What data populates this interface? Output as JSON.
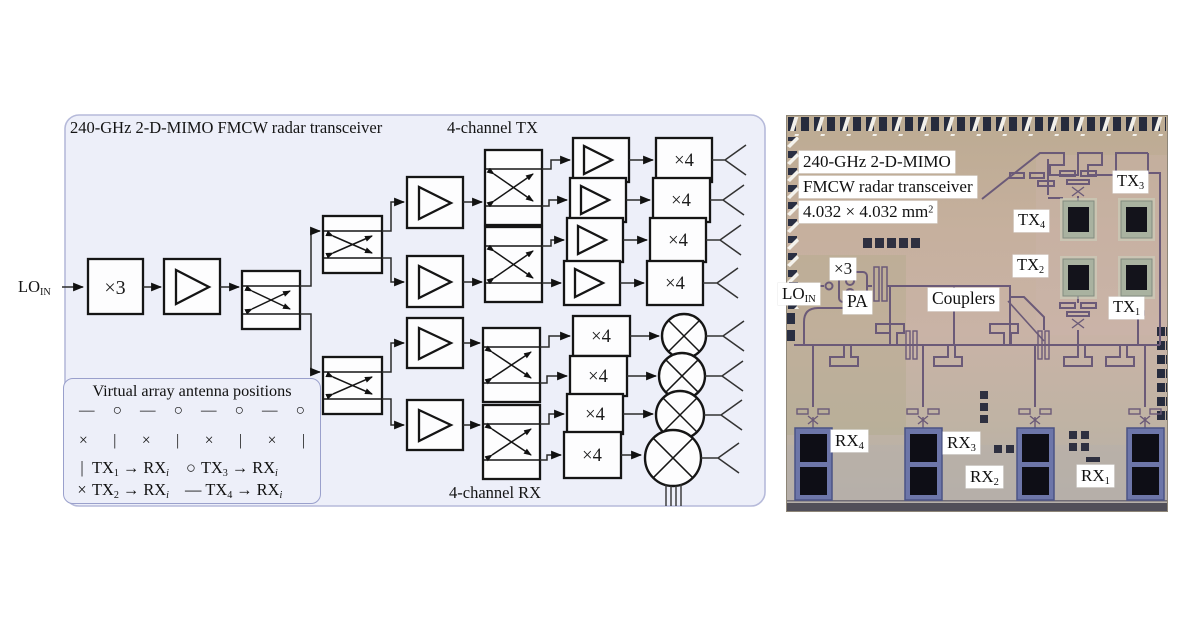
{
  "diagram": {
    "title": "240-GHz 2-D-MIMO FMCW radar transceiver",
    "tx_section_label": "4-channel TX",
    "rx_section_label": "4-channel RX",
    "lo_input": {
      "text": "LO",
      "sub": "IN"
    },
    "multiplier_x3": "×3",
    "multiplier_x4": "×4",
    "legend": {
      "title": "Virtual array antenna positions",
      "row1": [
        "—",
        "○",
        "—",
        "○",
        "—",
        "○",
        "—",
        "○"
      ],
      "row2": [
        "×",
        "|",
        "×",
        "|",
        "×",
        "|",
        "×",
        "|"
      ],
      "map": [
        {
          "sym": "|",
          "tx": "TX",
          "txsub": "1",
          "arrow": "→",
          "rx": "RX",
          "rxsub": "i"
        },
        {
          "sym": "○",
          "tx": "TX",
          "txsub": "3",
          "arrow": "→",
          "rx": "RX",
          "rxsub": "i"
        },
        {
          "sym": "×",
          "tx": "TX",
          "txsub": "2",
          "arrow": "→",
          "rx": "RX",
          "rxsub": "i"
        },
        {
          "sym": "—",
          "tx": "TX",
          "txsub": "4",
          "arrow": "→",
          "rx": "RX",
          "rxsub": "i"
        }
      ]
    }
  },
  "chip": {
    "ann_line1": "240-GHz 2-D-MIMO",
    "ann_line2": "FMCW radar transceiver",
    "dim": {
      "text": "4.032 × 4.032 mm",
      "sup": "2"
    },
    "x3": "×3",
    "lo": {
      "text": "LO",
      "sub": "IN"
    },
    "pa": "PA",
    "couplers": "Couplers",
    "tx1": {
      "text": "TX",
      "sub": "1"
    },
    "tx2": {
      "text": "TX",
      "sub": "2"
    },
    "tx3": {
      "text": "TX",
      "sub": "3"
    },
    "tx4": {
      "text": "TX",
      "sub": "4"
    },
    "rx1": {
      "text": "RX",
      "sub": "1"
    },
    "rx2": {
      "text": "RX",
      "sub": "2"
    },
    "rx3": {
      "text": "RX",
      "sub": "3"
    },
    "rx4": {
      "text": "RX",
      "sub": "4"
    }
  },
  "colors": {
    "diagram_bg": "#edeff9",
    "diagram_border": "#b6bada",
    "chip_base": "#c3b09e",
    "chip_trace": "#6b5a78",
    "tx_antenna_frame": "#a9b2a0",
    "rx_antenna_frame": "#6d76a9"
  }
}
